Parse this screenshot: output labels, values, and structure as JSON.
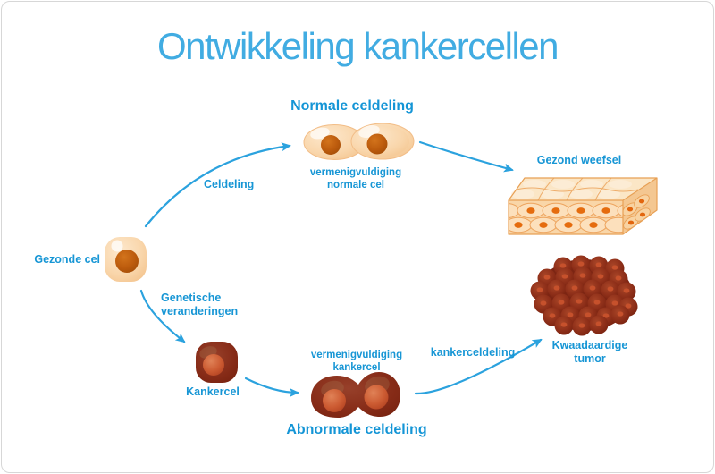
{
  "title": "Ontwikkeling kankercellen",
  "sections": {
    "normal": {
      "heading": "Normale celdeling",
      "caption": "vermenigvuldiging normale cel"
    },
    "abnormal": {
      "heading": "Abnormale celdeling",
      "caption": "vermenigvuldiging kankercel"
    }
  },
  "nodes": {
    "healthy_cell": "Gezonde cel",
    "healthy_tissue": "Gezond weefsel",
    "cancer_cell": "Kankercel",
    "malignant_tumor": "Kwaadaardige tumor"
  },
  "arrows": {
    "cell_division": "Celdeling",
    "genetic_changes": "Genetische veranderingen",
    "cancer_cell_division": "kankerceldeling"
  },
  "colors": {
    "title_blue": "#41ace2",
    "label_blue": "#1796d5",
    "arrow_blue": "#2ba2de",
    "normal_cell_body": "#f8d3a6",
    "normal_cell_nucleus": "#bc5b0d",
    "cancer_cell_body": "#852a17",
    "cancer_cell_nucleus": "#cc5b32",
    "tissue_top": "#fbe6c6",
    "tissue_front": "#f9d6a8"
  }
}
